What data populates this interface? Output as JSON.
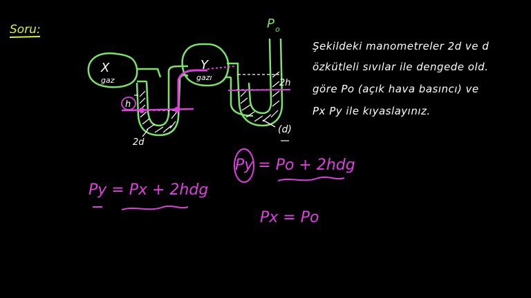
{
  "heading": "Soru:",
  "diagram": {
    "gas_x_label": "X",
    "gas_x_sub": "gaz",
    "gas_y_label": "Y",
    "gas_y_sub": "gazı",
    "p0_label": "P",
    "p0_sub": "o",
    "label_h": "h",
    "label_2h": "2h",
    "label_2d": "2d",
    "label_d": "(d)"
  },
  "task_text": [
    "Şekildeki manometreler 2d ve d",
    "özkütleli sıvılar ile dengede old.",
    "göre  Po (açık hava basıncı) ve",
    "Px  Py  ile kıyaslayınız."
  ],
  "equations": {
    "eq1": "Py = Po + 2hdg",
    "eq2": "Py = Px + 2hdg",
    "eq3": "Px = Po"
  },
  "colors": {
    "chalk": "#ffffff",
    "tube": "#7de36a",
    "marker": "#e040e0",
    "heading": "#d6f23a"
  }
}
